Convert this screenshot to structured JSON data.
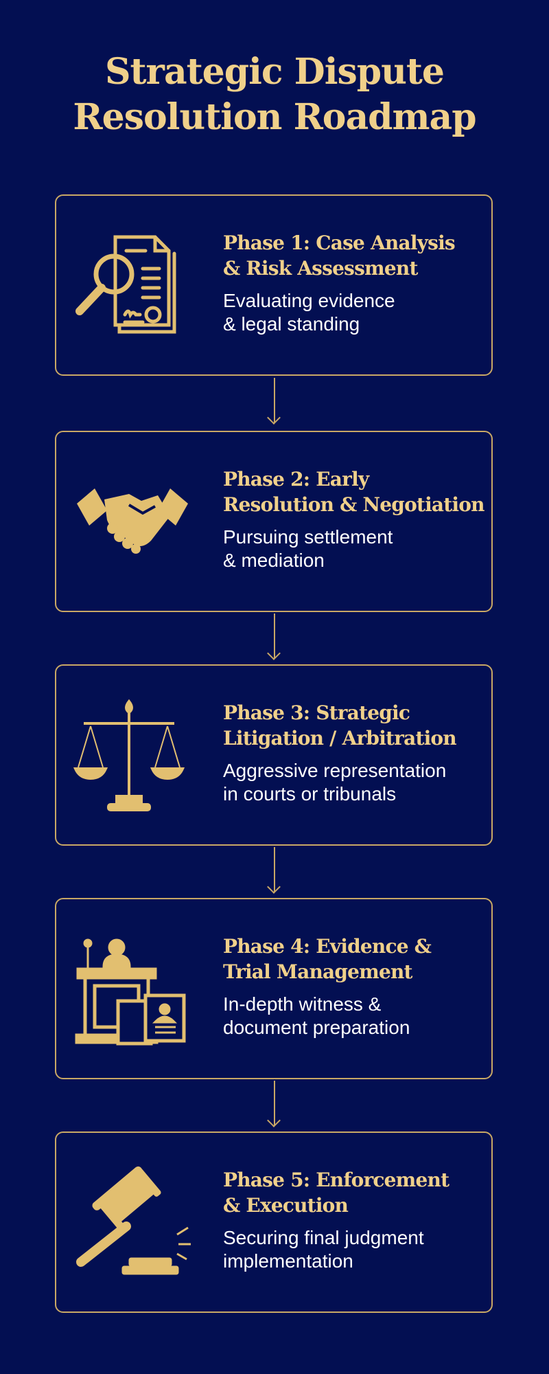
{
  "title": {
    "line1": "Strategic Dispute",
    "line2": "Resolution Roadmap"
  },
  "colors": {
    "background": "#030f52",
    "gold": "#f0d08a",
    "border": "#c9a865",
    "text": "#ffffff"
  },
  "phases": [
    {
      "heading": "Phase 1: Case Analysis\n& Risk Assessment",
      "description": "Evaluating evidence\n& legal standing",
      "icon": "document-magnifier-icon"
    },
    {
      "heading": "Phase 2: Early\nResolution & Negotiation",
      "description": "Pursuing settlement\n& mediation",
      "icon": "handshake-icon"
    },
    {
      "heading": "Phase 3: Strategic\nLitigation / Arbitration",
      "description": "Aggressive representation\nin courts or tribunals",
      "icon": "scales-of-justice-icon"
    },
    {
      "heading": "Phase 4: Evidence &\nTrial Management",
      "description": "In-depth witness &\ndocument preparation",
      "icon": "podium-document-icon"
    },
    {
      "heading": "Phase 5: Enforcement\n& Execution",
      "description": "Securing final judgment\nimplementation",
      "icon": "gavel-icon"
    }
  ]
}
